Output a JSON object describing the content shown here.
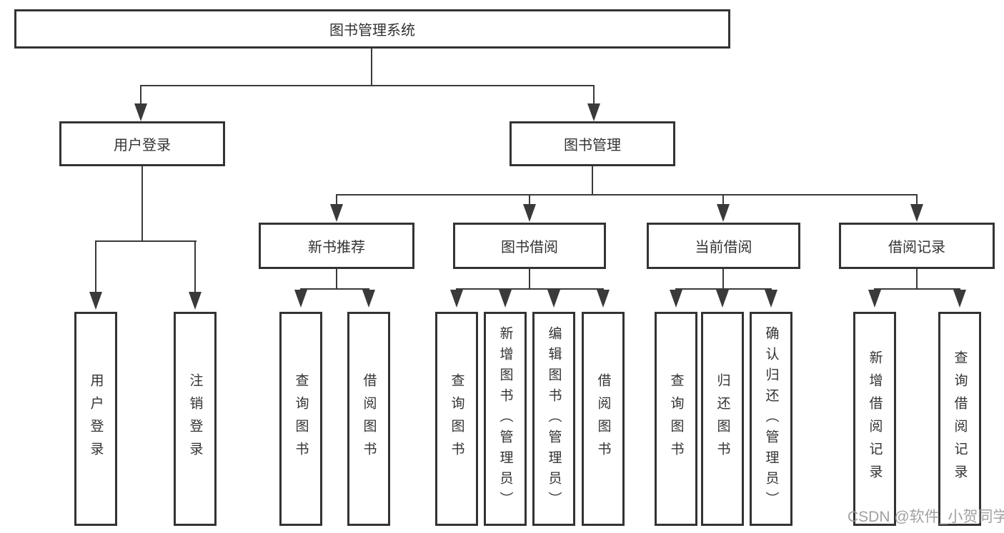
{
  "diagram": {
    "root": "图书管理系统",
    "level2": {
      "userLogin": "用户登录",
      "bookMgmt": "图书管理"
    },
    "level3": {
      "newBooks": "新书推荐",
      "borrow": "图书借阅",
      "current": "当前借阅",
      "records": "借阅记录"
    },
    "leaves": {
      "userLogin1": "用户登录",
      "userLogin2": "注销登录",
      "newBooks1": "查询图书",
      "newBooks2": "借阅图书",
      "borrow1": "查询图书",
      "borrow2": "新增图书（管理员）",
      "borrow3": "编辑图书（管理员）",
      "borrow4": "借阅图书",
      "current1": "查询图书",
      "current2": "归还图书",
      "current3": "确认归还（管理员）",
      "records1": "新增借阅记录",
      "records2": "查询借阅记录"
    },
    "colors": {
      "line": "#3a3a3a",
      "border": "#333333",
      "text": "#333333",
      "watermark": "#999999"
    },
    "watermark": "CSDN @软件_小贺同学"
  }
}
